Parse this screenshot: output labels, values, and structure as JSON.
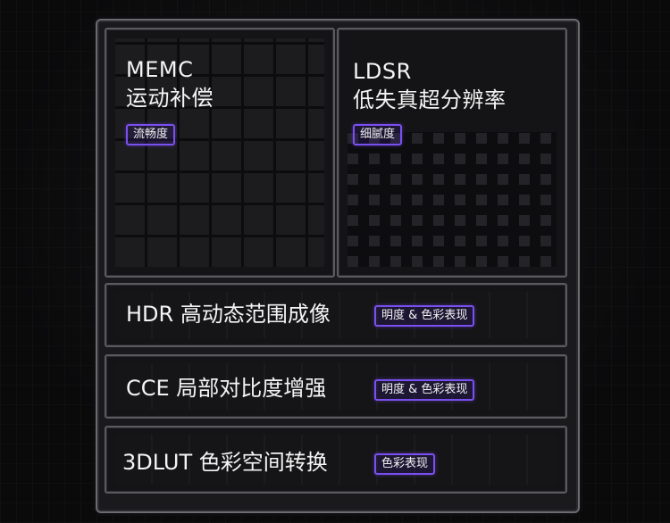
{
  "blocks": {
    "memc": {
      "line1": "MEMC",
      "line2": "运动补偿",
      "badge": "流畅度"
    },
    "ldsr": {
      "line1": "LDSR",
      "line2": "低失真超分辨率",
      "badge": "细腻度"
    },
    "hdr": {
      "title": "HDR 高动态范围成像",
      "badge": "明度 & 色彩表现"
    },
    "cce": {
      "title": "CCE 局部对比度增强",
      "badge": "明度 & 色彩表现"
    },
    "lut": {
      "title": "3DLUT 色彩空间转换",
      "badge": "色彩表现"
    }
  },
  "colors": {
    "accent": "#7a4ff0",
    "background": "#0b0b0c",
    "border": "#6b6b70"
  }
}
